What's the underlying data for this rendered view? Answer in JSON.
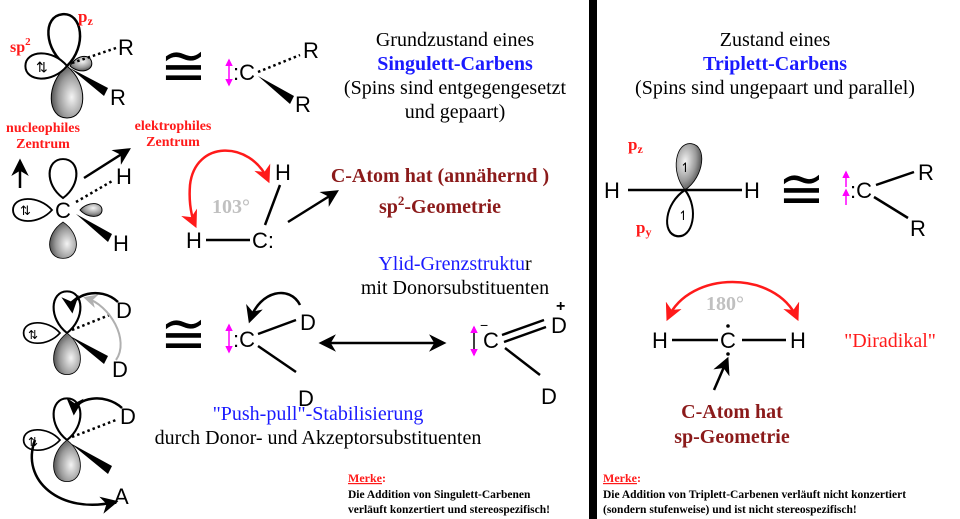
{
  "colors": {
    "label_red": "#ff1a1a",
    "title_blue": "#1a1aff",
    "geometry_darkred": "#8b1a1a",
    "spin_magenta": "#ff00ff",
    "angle_gray": "#c0c0c0"
  },
  "singlet": {
    "orbital_labels": {
      "pz": "pz",
      "sp2": "sp2"
    },
    "substituent": "R",
    "carbon": ":C",
    "congruent": "≅",
    "title": [
      "Grundzustand eines",
      "Singulett-Carbens",
      "(Spins sind entgegengesetzt",
      "und gepaart)"
    ],
    "nucleophilic": [
      "nucleophiles",
      "Zentrum"
    ],
    "electrophilic": [
      "elektrophiles",
      "Zentrum"
    ],
    "h": "H",
    "c": "C",
    "c_lonepair": "C:",
    "angle": "103°",
    "geometry": [
      "C-Atom hat (annähernd )",
      "sp",
      "2",
      "-Geometrie"
    ],
    "ylid": [
      "Ylid-Grenzstruktu",
      "r",
      "mit Donorsubstituenten"
    ],
    "donor": "D",
    "acceptor": "A",
    "plus": "+",
    "minus_c": "C",
    "pushpull": [
      "\"Push-pull\"-Stabilisierung",
      "durch Donor- und Akzeptorsubstituenten"
    ],
    "note": {
      "heading": "Merke",
      "colon": ":",
      "lines": [
        "Die Addition von Singulett-Carbenen",
        "verläuft konzertiert und stereospezifisch!"
      ]
    }
  },
  "triplet": {
    "title": [
      "Zustand eines",
      "Triplett-Carbens",
      "(Spins sind ungepaart und parallel)"
    ],
    "orbital_labels": {
      "pz": "pz",
      "py": "py"
    },
    "h": "H",
    "carbon": ":C",
    "c": "C",
    "substituent": "R",
    "angle": "180°",
    "diradical": "\"Diradikal\"",
    "geometry": [
      "C-Atom hat",
      "sp-Geometrie"
    ],
    "note": {
      "heading": "Merke",
      "colon": ":",
      "lines": [
        "Die Addition von Triplett-Carbenen verläuft nicht konzertiert",
        "(sondern stufenweise) und ist nicht stereospezifisch!"
      ]
    }
  }
}
